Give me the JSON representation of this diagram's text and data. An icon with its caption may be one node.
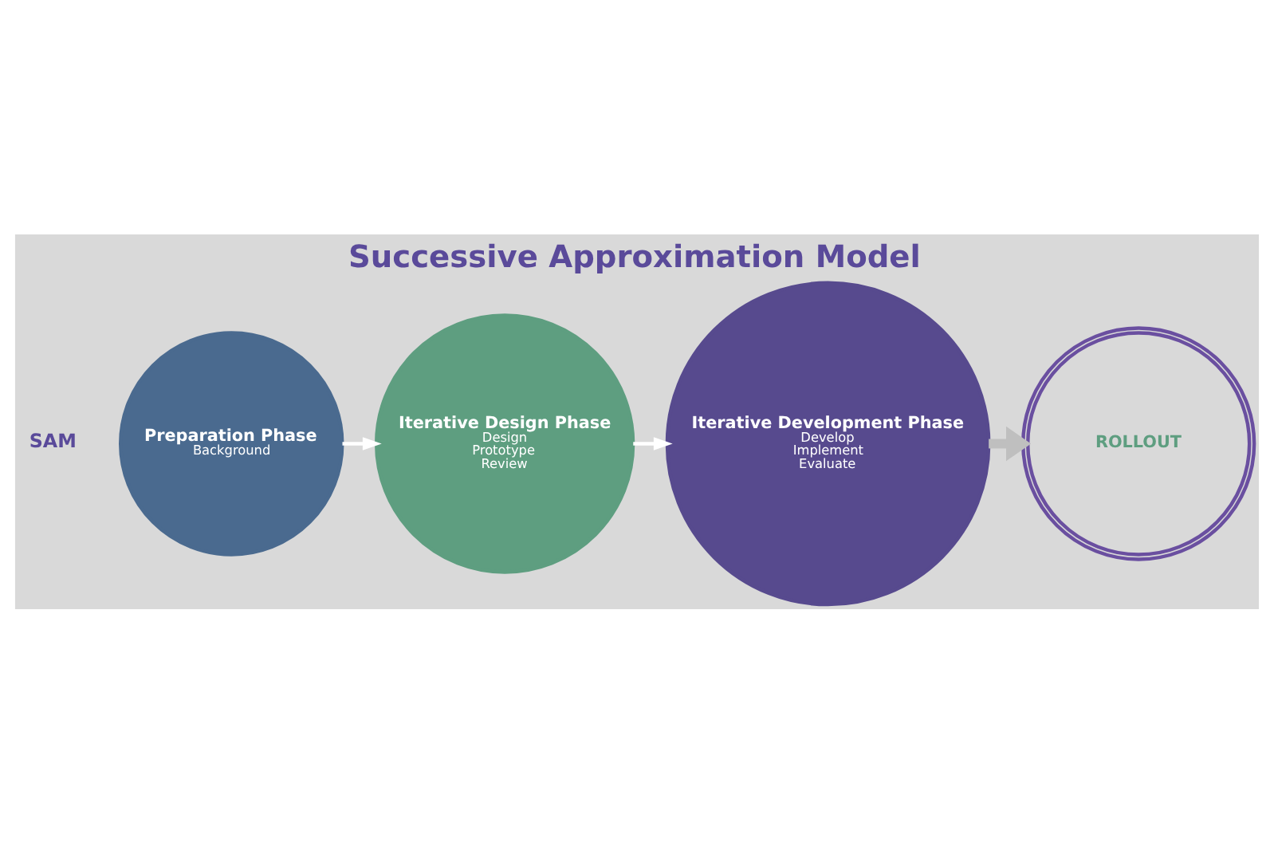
{
  "diagram": {
    "title": "Successive Approximation Model",
    "nodes": [
      {
        "text": [
          "Preparation Phase",
          "Background"
        ]
      },
      {
        "text": [
          "Iterative Design Phase",
          "Design",
          "Prototype",
          "Review"
        ]
      },
      {
        "text": [
          "Iterative Development Phase",
          "Develop",
          "Implement",
          "Evaluate"
        ]
      },
      {
        "text": [
          "ROLLOUT"
        ]
      }
    ],
    "edges": [
      {
        "from": 0,
        "to": 1,
        "arrow": "to"
      },
      {
        "from": 1,
        "to": 2,
        "arrow": "to"
      },
      {
        "from": 2,
        "to": 3,
        "arrow": "to",
        "style": "thick",
        "color": "#bfbfbf"
      }
    ],
    "labels": [
      "SAM"
    ]
  }
}
